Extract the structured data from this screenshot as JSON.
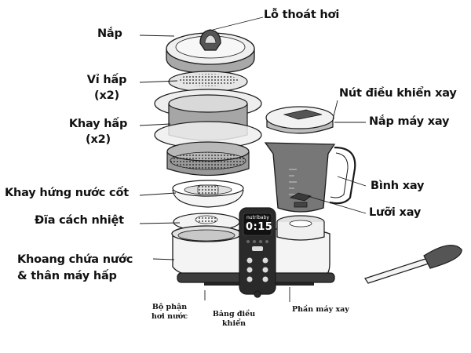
{
  "labels": {
    "lid": "Nắp",
    "steam_vent": "Lỗ thoát hơi",
    "steam_rack_1": "Vỉ hấp",
    "steam_rack_2": "(x2)",
    "steam_tray_1": "Khay hấp",
    "steam_tray_2": "(x2)",
    "juice_tray": "Khay hứng nước cốt",
    "heat_disc": "Đĩa cách nhiệt",
    "water_tank_1": "Khoang chứa nước",
    "water_tank_2": "& thân máy hấp",
    "blend_control_button": "Nút điều khiển xay",
    "blender_lid": "Nắp máy xay",
    "blender_jar": "Bình xay",
    "blade": "Lưỡi xay",
    "steam_unit_1": "Bộ phận",
    "steam_unit_2": "hơi nước",
    "control_panel_1": "Bảng điều",
    "control_panel_2": "khiển",
    "blender_unit": "Phần máy xay"
  },
  "device": {
    "brand": "nutribaby",
    "display_time": "0:15"
  },
  "colors": {
    "outline": "#1a1a1a",
    "light_gray": "#e4e4e4",
    "mid_gray": "#a8a8a8",
    "dark_gray": "#555555",
    "base": "#3c3c3c",
    "panel": "#2a2a2a"
  }
}
